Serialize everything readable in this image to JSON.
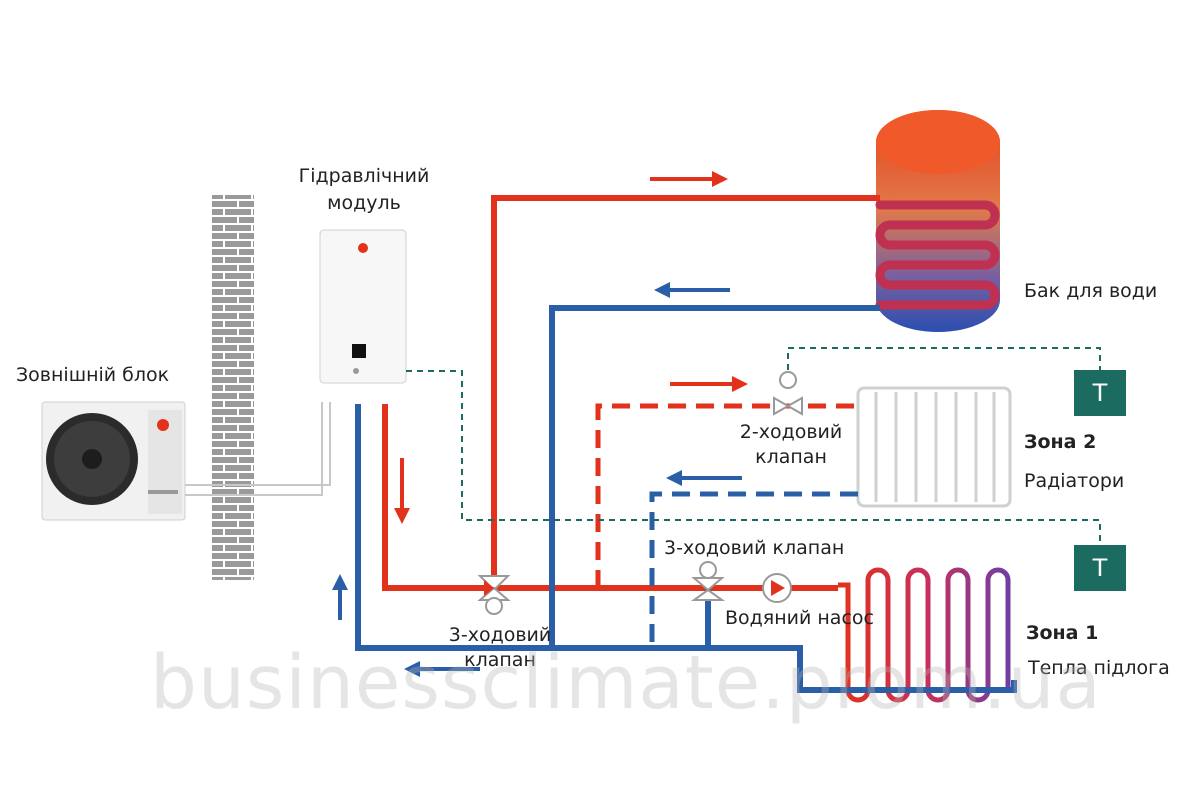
{
  "labels": {
    "outdoor_unit": "Зовнішній блок",
    "hydraulic_module_line1": "Гідравлічний",
    "hydraulic_module_line2": "модуль",
    "water_tank": "Бак для води",
    "two_way_valve_line1": "2-ходовий",
    "two_way_valve_line2": "клапан",
    "zone2": "Зона 2",
    "radiators": "Радіатори",
    "three_way_valve_top": "3-ходовий клапан",
    "water_pump": "Водяний насос",
    "three_way_valve_bottom_line1": "3-ходовий",
    "three_way_valve_bottom_line2": "клапан",
    "zone1": "Зона 1",
    "underfloor": "Тепла підлога",
    "thermostat": "T"
  },
  "watermark": "businessclimate.prom.ua",
  "colors": {
    "hot": "#e2321b",
    "cold": "#2a5fa8",
    "control": "#1b6b60",
    "radiator": "#d6d6d6",
    "wall": "#9a9a9a"
  }
}
